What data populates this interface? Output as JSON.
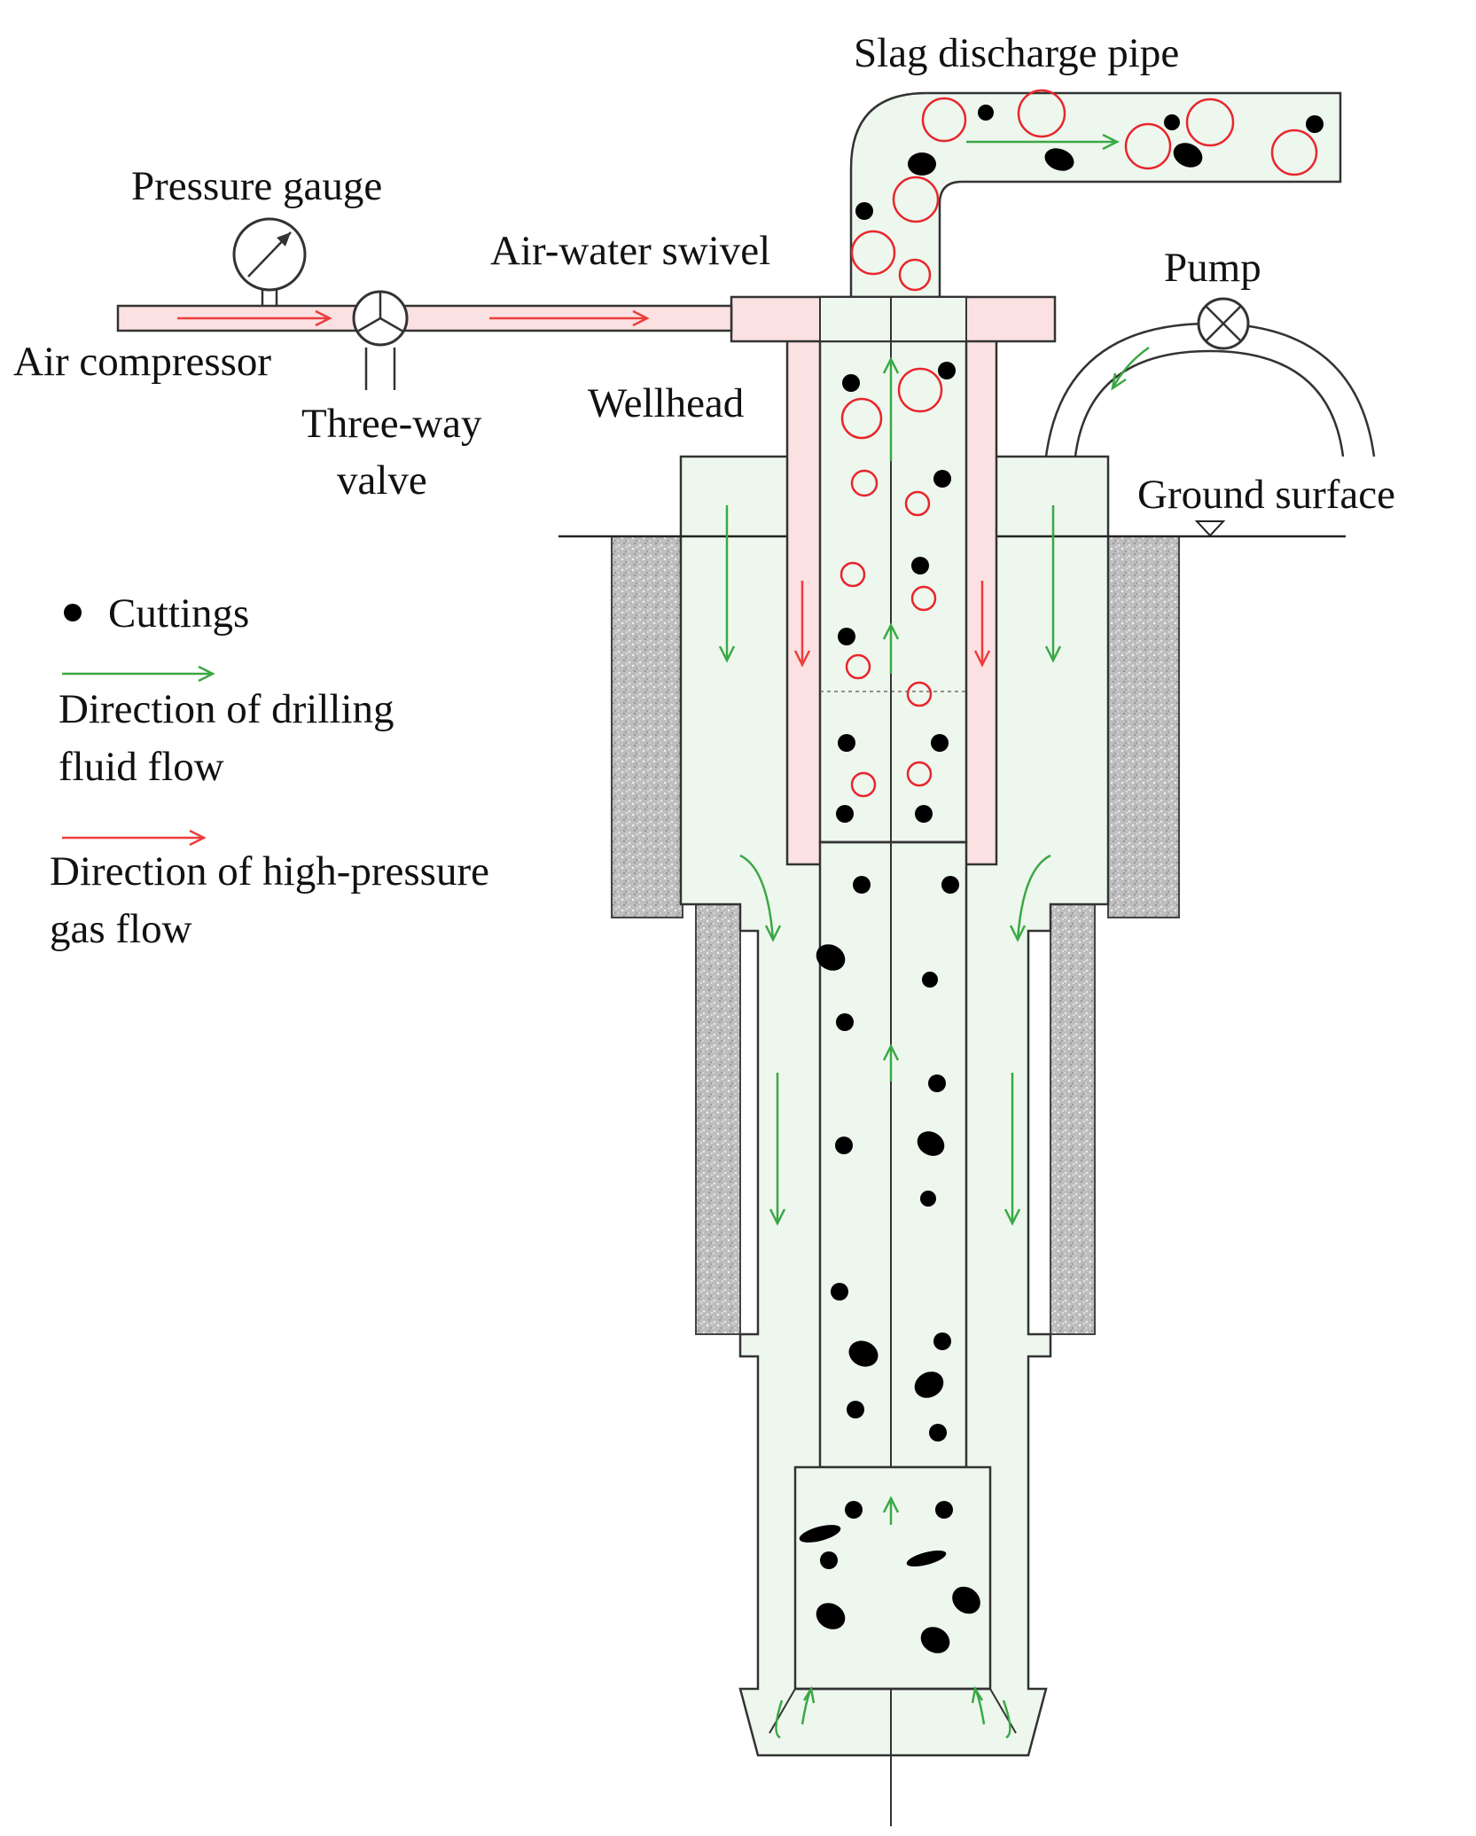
{
  "labels": {
    "slag_discharge_pipe": "Slag discharge pipe",
    "pressure_gauge": "Pressure gauge",
    "air_water_swivel": "Air-water swivel",
    "pump": "Pump",
    "air_compressor": "Air compressor",
    "wellhead": "Wellhead",
    "three_way_valve_line1": "Three-way",
    "three_way_valve_line2": "valve",
    "ground_surface": "Ground surface"
  },
  "legend": {
    "cuttings": "Cuttings",
    "drilling_fluid_line1": "Direction of drilling",
    "drilling_fluid_line2": "fluid flow",
    "gas_flow_line1": "Direction of high-pressure",
    "gas_flow_line2": "gas flow"
  },
  "colors": {
    "fluid_fill": "#eef7ee",
    "gas_fill": "#fbe1e1",
    "fluid_arrow": "#3aa845",
    "gas_arrow": "#ee3c3c",
    "bubble": "#e8262c",
    "cuttings": "#000000",
    "rock": "#c8c8c8"
  }
}
